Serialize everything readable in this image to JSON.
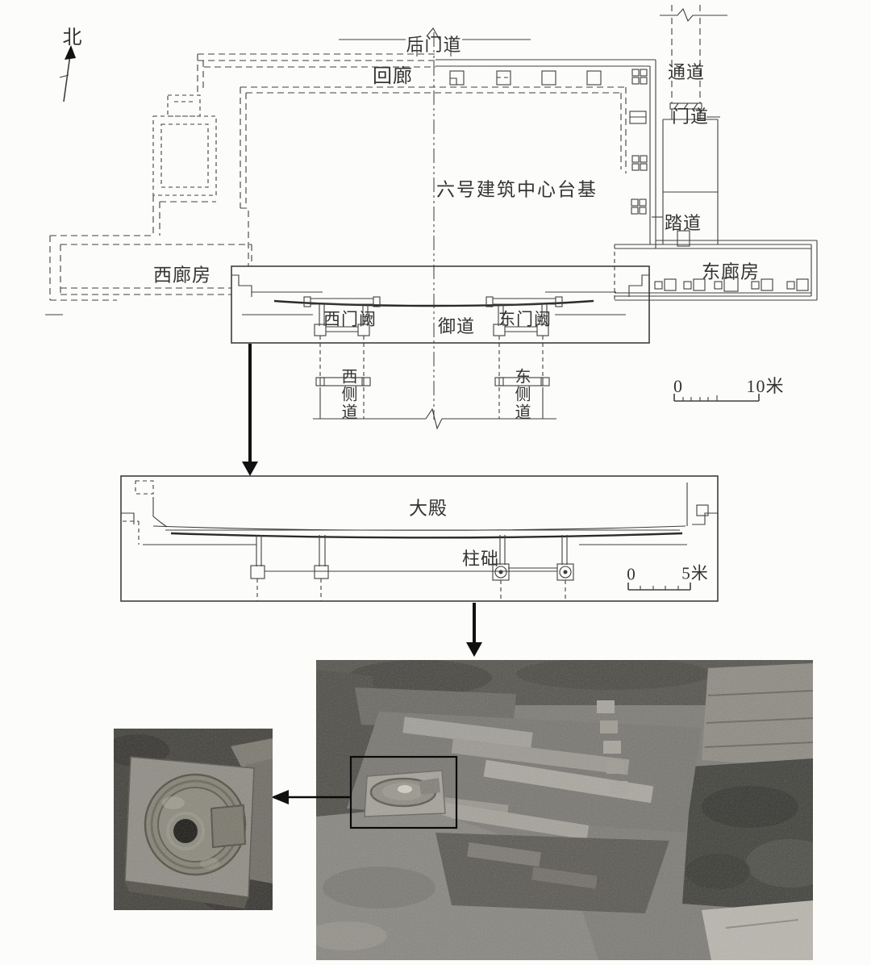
{
  "figure": {
    "background": "#fcfcfa",
    "line_color": "#3f3f3f",
    "annotation_color": "#0a0a0a"
  },
  "north": {
    "label": "北"
  },
  "site_plan": {
    "rear_gate_label": "后门道",
    "cloister_label": "回廊",
    "passage_label": "通道",
    "gate_label": "门道",
    "ramp_label": "踏道",
    "east_wing_label": "东廊房",
    "west_wing_label": "西廊房",
    "platform_label": "六号建筑中心台基",
    "west_tower_label": "西门阙",
    "imperial_way_label": "御道",
    "east_tower_label": "东门阙",
    "west_side_road_label": "西侧道",
    "east_side_road_label": "东侧道",
    "scale": {
      "zero": "0",
      "max": "10米"
    }
  },
  "hall_plan": {
    "hall_label": "大殿",
    "column_base_label": "柱础",
    "scale": {
      "zero": "0",
      "max": "5米"
    }
  }
}
